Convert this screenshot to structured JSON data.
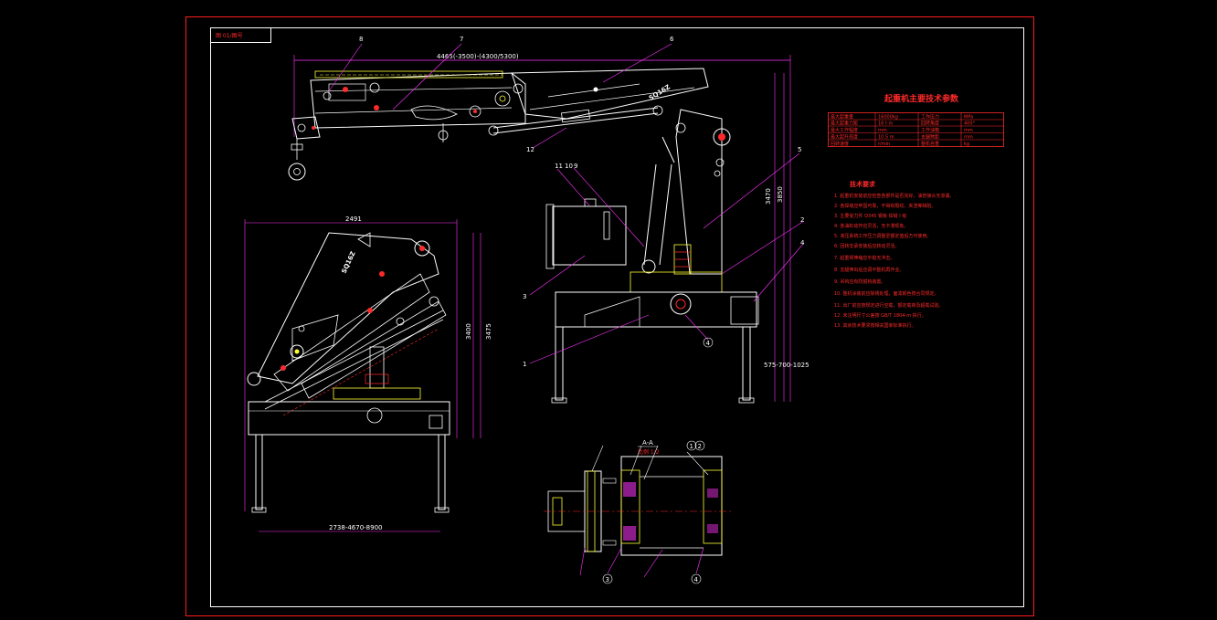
{
  "drawing": {
    "title_tag": "图 01/图号",
    "model_front": "SQ16Z",
    "model_side": "SQ16Z"
  },
  "dimensions": {
    "top_overall": "4465(-3500)-(4300/5300)",
    "right_height_a": "3470",
    "right_height_b": "3850",
    "side_width": "2491",
    "side_height_a": "3400",
    "side_height_b": "3475",
    "side_bottom": "2738-4670-8900",
    "front_bottom_right": "575-700-1025"
  },
  "balloons": {
    "b8": "8",
    "b7": "7",
    "b6": "6",
    "b5": "5",
    "b12": "12",
    "b11": "11",
    "b10": "10",
    "b9": "9",
    "b3": "3",
    "b2": "2",
    "b1": "1",
    "b4": "4",
    "b4b": "4"
  },
  "section": {
    "title": "A-A",
    "scale": "比例 1:2",
    "b12a": "1",
    "b12b": "2",
    "b3": "3",
    "b4": "4"
  },
  "spec": {
    "title": "起重机主要技术参数",
    "rows": [
      [
        "最大起重量",
        "16000kg",
        "工作压力",
        "MPa"
      ],
      [
        "最大起重力矩",
        "16 t·m",
        "回转角度",
        "400°"
      ],
      [
        "最大工作幅度",
        "mm",
        "工作油箱",
        "mm"
      ],
      [
        "最大起升高度",
        "10.5 m",
        "支腿跨距",
        "mm"
      ],
      [
        "回转速度",
        "r/min",
        "整机自重",
        "kg"
      ]
    ]
  },
  "requirements": {
    "title": "技术要求",
    "items": [
      "1. 起重机安装前应检查各部件是否完好，油管接头无渗漏。",
      "2. 各焊缝应牢固可靠，不得有裂纹、夹渣等缺陷。",
      "3. 主要受力件 Q345 钢板                        焊缝 I 级",
      "4. 各油缸动作应灵活，无卡滞现象。",
      "5. 液压系统工作压力调整至额定值后方可使用。",
      "6. 回转支承安装后应转动灵活。",
      "7. 起重臂伸缩应平稳无冲击。",
      "8. 支腿伸出后应调平整机再作业。",
      "9. 吊钩应有防脱钩装置。",
      "10. 整机涂装前应除锈处理，面漆颜色按合同规定。",
      "11. 出厂前应按规定进行空载、额定载荷及超载试验。",
      "12. 未注明尺寸公差按 GB/T 1804-m 执行。",
      "13. 其余技术要求按相关国家标准执行。"
    ]
  },
  "colors": {
    "background": "#000000",
    "frame": "#ff1a1a",
    "line": "#ffffff",
    "dimension": "#ff33ff",
    "accent": "#ffff33",
    "text_red": "#ff2a2a"
  }
}
